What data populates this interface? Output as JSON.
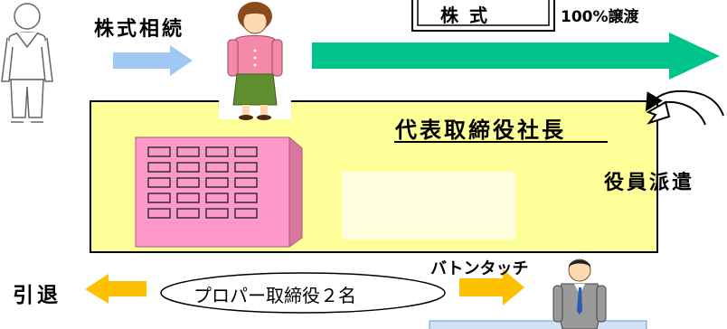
{
  "labels": {
    "stock_inheritance": "株式相続",
    "stock_box": "株式",
    "transfer_100": "100%譲渡",
    "president": "代表取締役社長",
    "officer_dispatch": "役員派遣",
    "retire": "引退",
    "baton_touch": "バトンタッチ",
    "proper_directors": "プロパー取締役２名"
  },
  "colors": {
    "yellow_panel": "#ffff99",
    "building_front": "#ff99cc",
    "building_side": "#d9779f",
    "teal_arrow": "#00c48c",
    "light_blue_arrow": "#9fc9f2",
    "yellow_arrow": "#ffc000",
    "window_pale": "#fffde0"
  }
}
